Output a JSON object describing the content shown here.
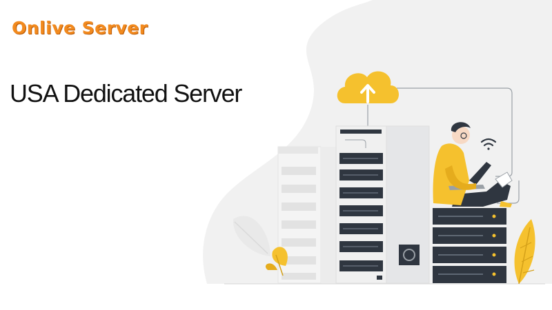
{
  "brand": {
    "logo_text": "Onlive Server",
    "logo_color": "#f28a1e"
  },
  "hero": {
    "title": "USA Dedicated Server"
  },
  "illustration": {
    "icons": [
      "cloud-upload-icon",
      "wifi-icon",
      "server-rack",
      "person-with-laptop",
      "leaf-decoration"
    ],
    "colors": {
      "accent_yellow": "#f5c12e",
      "rack_dark": "#2f3640",
      "rack_light": "#eef0f2",
      "blob_gray": "#f1f1f1"
    }
  }
}
